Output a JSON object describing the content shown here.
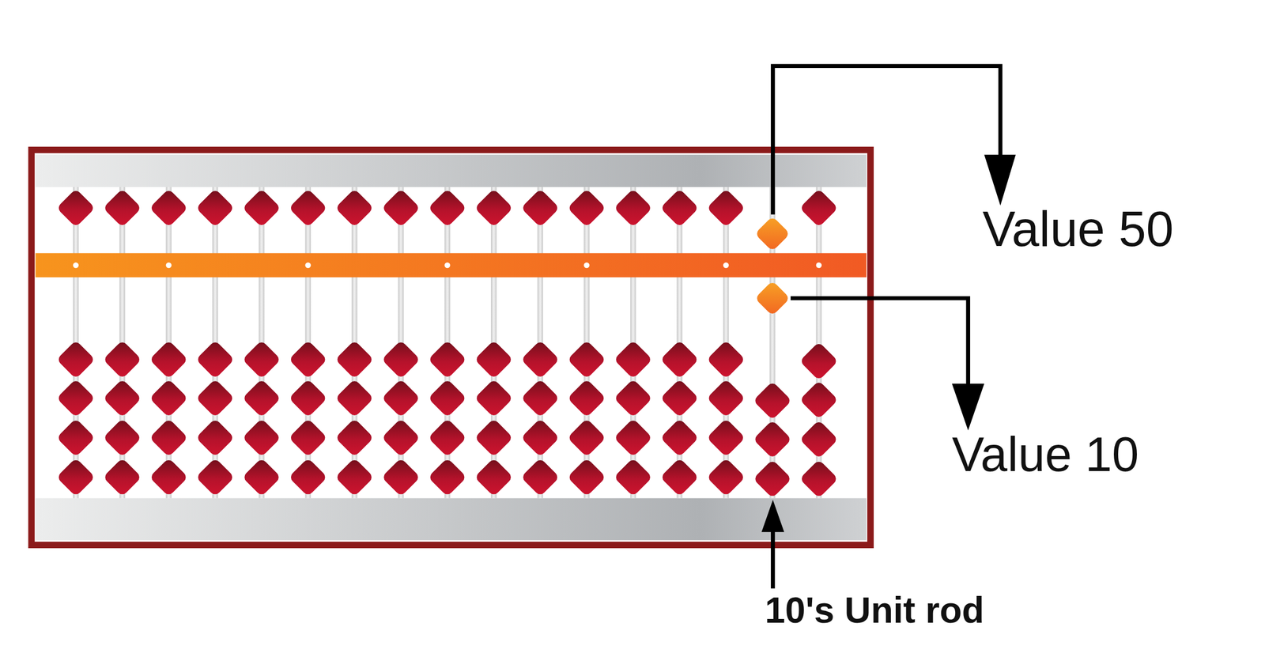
{
  "diagram": {
    "labels": [
      "Value 50",
      "Value 10",
      "10's Unit rod"
    ]
  }
}
